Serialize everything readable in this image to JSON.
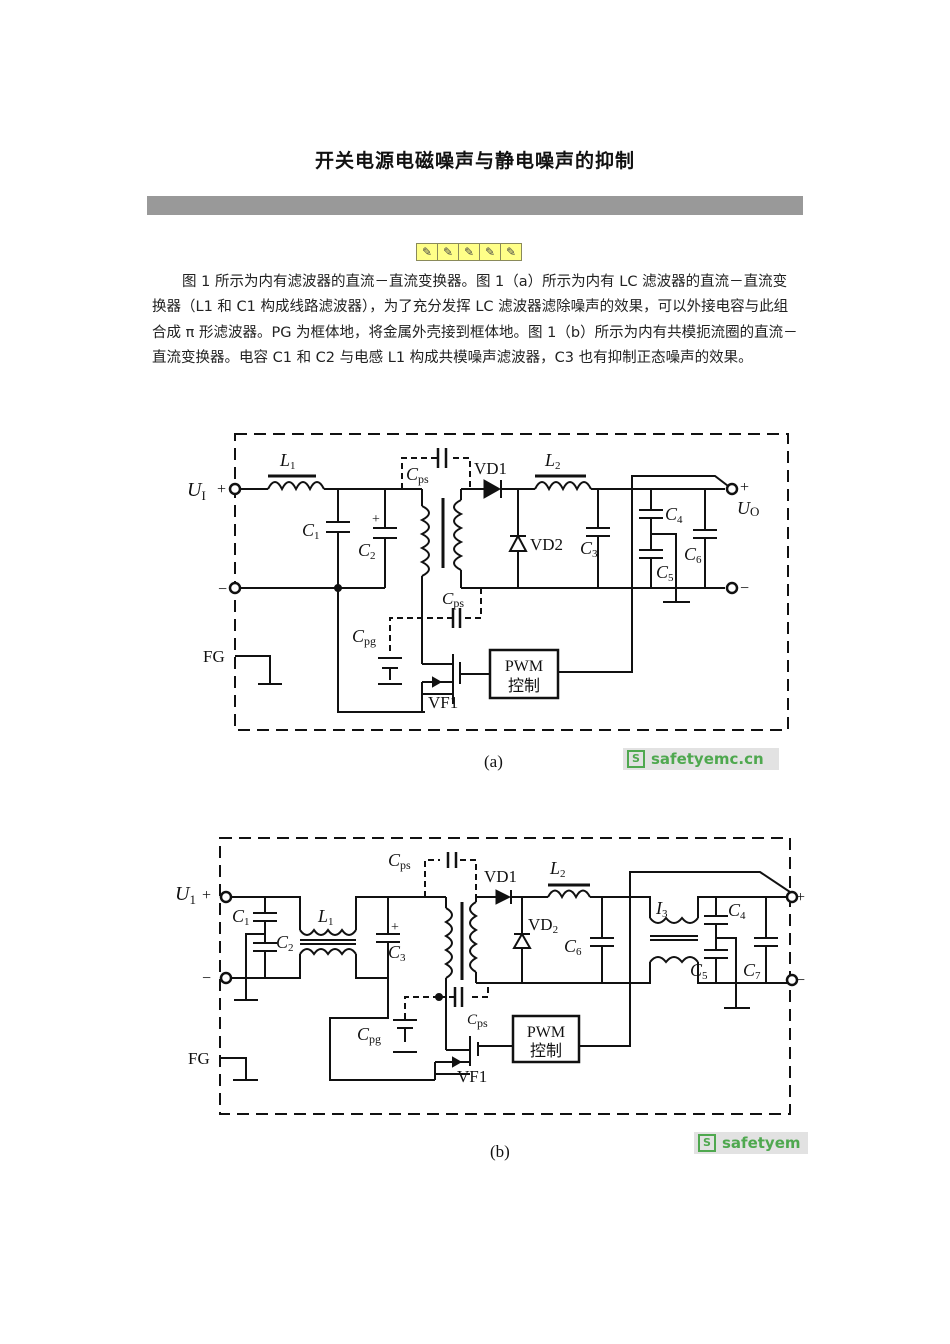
{
  "document": {
    "title": "开关电源电磁噪声与静电噪声的抑制",
    "rating": {
      "icon": "pencil-rating-icon",
      "count": 5,
      "glyph": "✎"
    },
    "paragraph": "图 1 所示为内有滤波器的直流－直流变换器。图 1（a）所示为内有 LC 滤波器的直流－直流变换器（L1 和 C1 构成线路滤波器），为了充分发挥 LC 滤波器滤除噪声的效果，可以外接电容与此组合成 π 形滤波器。PG 为框体地，将金属外壳接到框体地。图 1（b）所示为内有共模扼流圈的直流－直流变换器。电容 C1 和 C2 与电感 L1 构成共模噪声滤波器，C3 也有抑制正态噪声的效果。"
  },
  "figure_a": {
    "caption": "(a)",
    "watermark": "safetyemc.cn",
    "watermark_icon": "S",
    "labels": {
      "ui": "U",
      "ui_sub": "I",
      "plus": "+",
      "minus": "−",
      "l1": "L",
      "l1_sub": "1",
      "c1": "C",
      "c1_sub": "1",
      "c2": "C",
      "c2_sub": "2",
      "cps_top": "C",
      "cps_top_sub": "ps",
      "cps_bottom": "C",
      "cps_bottom_sub": "ps",
      "cpg": "C",
      "cpg_sub": "pg",
      "vd1": "VD1",
      "vd2": "VD2",
      "l2": "L",
      "l2_sub": "2",
      "c3": "C",
      "c3_sub": "3",
      "c4": "C",
      "c4_sub": "4",
      "c5": "C",
      "c5_sub": "5",
      "c6": "C",
      "c6_sub": "6",
      "uo": "U",
      "uo_sub": "O",
      "fg": "FG",
      "vf1": "VF1",
      "pwm_line1": "PWM",
      "pwm_line2": "控制"
    }
  },
  "figure_b": {
    "caption": "(b)",
    "watermark": "safetyem",
    "watermark_icon": "S",
    "labels": {
      "ui": "U",
      "ui_sub": "1",
      "plus": "+",
      "minus": "−",
      "c1": "C",
      "c1_sub": "1",
      "c2": "C",
      "c2_sub": "2",
      "l1": "L",
      "l1_sub": "1",
      "c3": "C",
      "c3_sub": "3",
      "cps_top": "C",
      "cps_top_sub": "ps",
      "cps_bottom": "C",
      "cps_bottom_sub": "ps",
      "cpg": "C",
      "cpg_sub": "pg",
      "vd1": "VD1",
      "vd2": "VD",
      "vd2_sub": "2",
      "l2": "L",
      "l2_sub": "2",
      "l3": "I",
      "l3_sub": "3",
      "c4": "C",
      "c4_sub": "4",
      "c5": "C",
      "c5_sub": "5",
      "c6": "C",
      "c6_sub": "6",
      "c7": "C",
      "c7_sub": "7",
      "fg": "FG",
      "vf1": "VF1",
      "pwm_line1": "PWM",
      "pwm_line2": "控制"
    }
  }
}
